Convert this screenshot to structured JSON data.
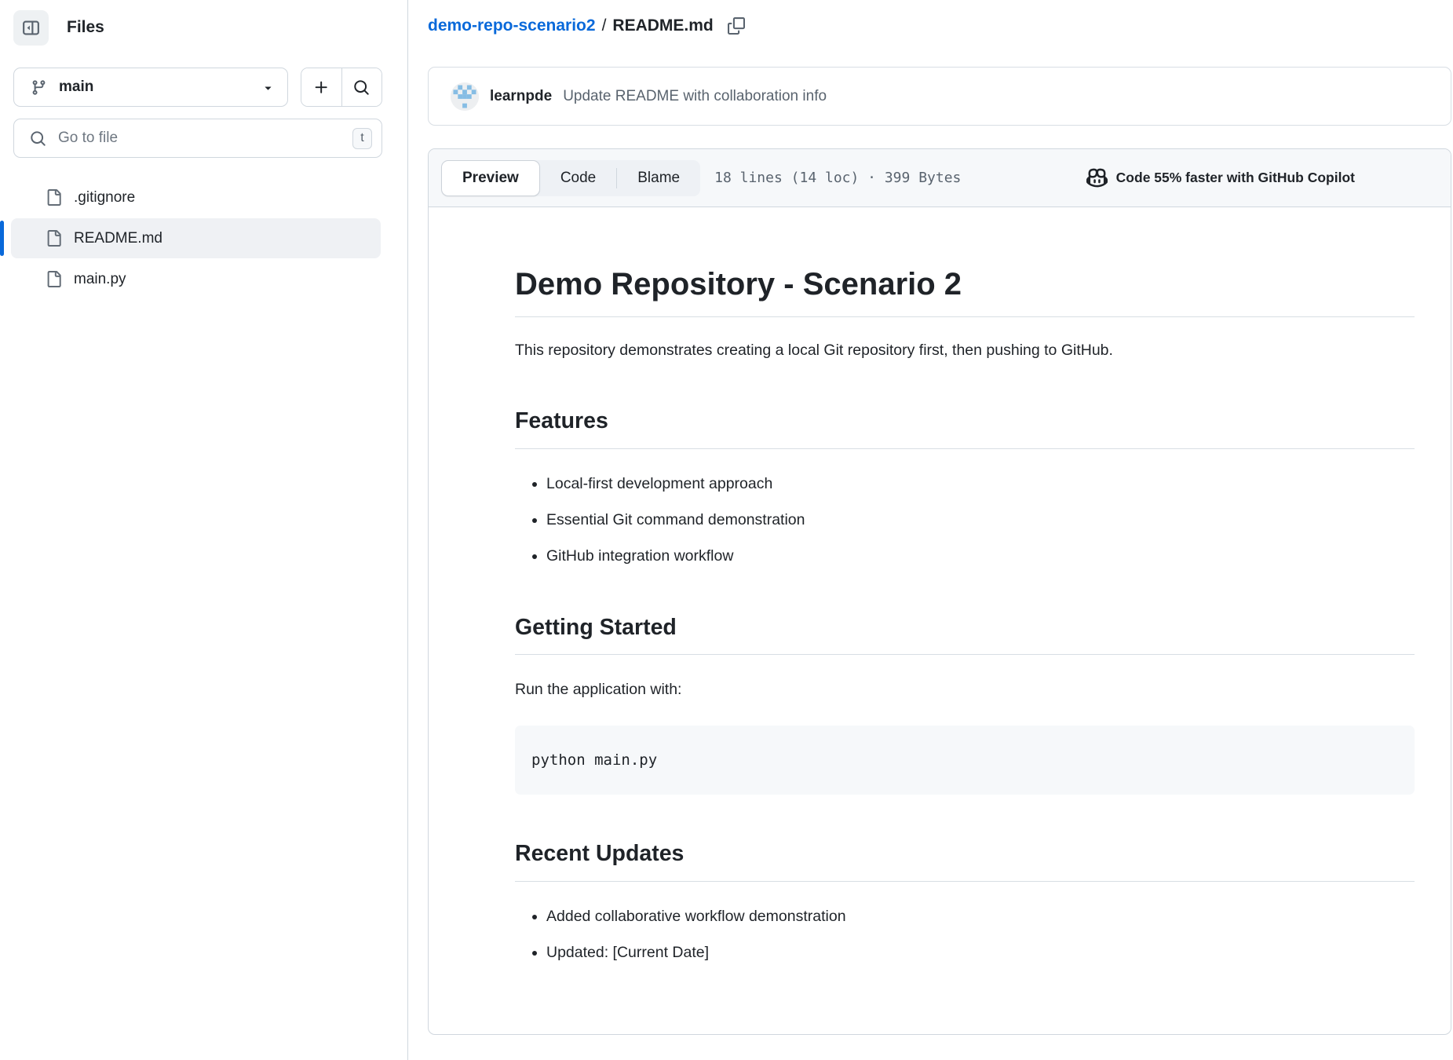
{
  "sidebar": {
    "title": "Files",
    "branch": {
      "name": "main"
    },
    "search": {
      "placeholder": "Go to file",
      "shortcut": "t"
    },
    "files": [
      {
        "name": ".gitignore",
        "selected": false
      },
      {
        "name": "README.md",
        "selected": true
      },
      {
        "name": "main.py",
        "selected": false
      }
    ]
  },
  "breadcrumb": {
    "repo": "demo-repo-scenario2",
    "separator": "/",
    "file": "README.md"
  },
  "commit": {
    "author": "learnpde",
    "message": "Update README with collaboration info"
  },
  "toolbar": {
    "tabs": [
      {
        "label": "Preview",
        "active": true
      },
      {
        "label": "Code",
        "active": false
      },
      {
        "label": "Blame",
        "active": false
      }
    ],
    "file_info": "18 lines (14 loc) · 399 Bytes",
    "copilot_promo": "Code 55% faster with GitHub Copilot"
  },
  "readme": {
    "title": "Demo Repository - Scenario 2",
    "intro": "This repository demonstrates creating a local Git repository first, then pushing to GitHub.",
    "features_heading": "Features",
    "features": [
      "Local-first development approach",
      "Essential Git command demonstration",
      "GitHub integration workflow"
    ],
    "getting_started_heading": "Getting Started",
    "getting_started_text": "Run the application with:",
    "code": "python main.py",
    "updates_heading": "Recent Updates",
    "updates": [
      "Added collaborative workflow demonstration",
      "Updated: [Current Date]"
    ]
  },
  "icons": {
    "collapse_sidebar": "panel-with-left-arrow",
    "git_branch": "branch-glyph",
    "chevron_down": "down-caret",
    "plus": "plus-glyph",
    "search": "magnifier",
    "file": "document-outline",
    "copy": "two-overlapping-squares",
    "copilot": "copilot-goggles"
  },
  "colors": {
    "link_blue": "#0969da",
    "accent_blue": "#0969da",
    "selected_row_bg": "#eff1f4",
    "header_bg": "#f6f8fa",
    "border": "#d0d7de",
    "muted_text": "#59636e"
  }
}
